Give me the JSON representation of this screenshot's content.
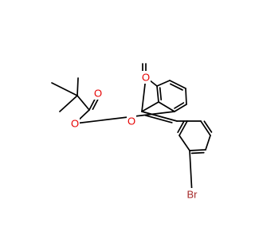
{
  "molecule": {
    "atoms": [
      {
        "id": "O_carbonyl",
        "label": "O",
        "color": "#e60000"
      },
      {
        "id": "O_ring",
        "label": "O",
        "color": "#e60000"
      },
      {
        "id": "O_ester",
        "label": "O",
        "color": "#e60000"
      },
      {
        "id": "O_ester_carbonyl",
        "label": "O",
        "color": "#e60000"
      },
      {
        "id": "Br",
        "label": "Br",
        "color": "#a52a2a"
      }
    ]
  },
  "colors": {
    "bond": "#000000",
    "oxygen": "#e60000",
    "bromine": "#a52a2a",
    "background": "#ffffff"
  }
}
